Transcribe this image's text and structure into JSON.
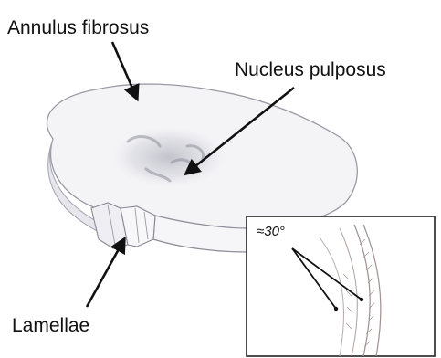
{
  "labels": {
    "annulus_fibrosus": "Annulus fibrosus",
    "nucleus_pulposus": "Nucleus pulposus",
    "lamellae": "Lamellae",
    "fiber_angle": "≈30°"
  },
  "colors": {
    "text": "#111111",
    "arrow": "#111111",
    "disc_outline": "#9a9aa6",
    "disc_shade": "#c8c8d2",
    "nucleus_shade": "#8e8e9a",
    "inset_border": "#222222",
    "lamella_line": "#a09090"
  }
}
